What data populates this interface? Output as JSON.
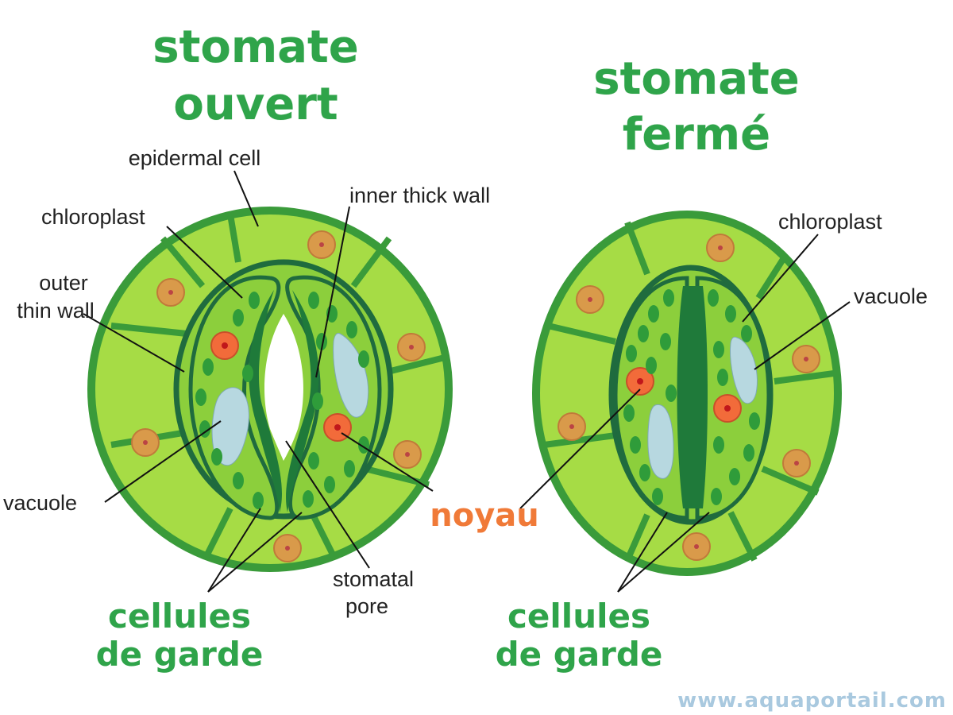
{
  "titles": {
    "open": [
      "stomate",
      "ouvert"
    ],
    "closed": [
      "stomate",
      "fermé"
    ]
  },
  "labels": {
    "epidermal_cell": "epidermal cell",
    "chloroplast_left": "chloroplast",
    "inner_thick_wall": "inner thick wall",
    "outer_thin_wall": [
      "outer",
      "thin wall"
    ],
    "vacuole_left": "vacuole",
    "stomatal_pore": [
      "stomatal",
      "pore"
    ],
    "noyau": "noyau",
    "chloroplast_right": "chloroplast",
    "vacuole_right": "vacuole",
    "guard_cells_left": [
      "cellules",
      "de garde"
    ],
    "guard_cells_right": [
      "cellules",
      "de garde"
    ]
  },
  "watermark": "www.aquaportail.com",
  "colors": {
    "title_green": "#2fa44a",
    "epidermal_fill": "#a6dc45",
    "epidermal_stroke": "#3a9b3a",
    "guard_fill": "#8ccf3c",
    "guard_outline": "#1f6b3e",
    "thick_wall": "#1f7a3a",
    "chloroplast": "#2f9c3a",
    "vacuole": "#b7d8e0",
    "nucleus_fill": "#f26b3a",
    "nucleus_dot": "#c0171b",
    "epidermal_nucleus": "#d99a4a",
    "noyau_orange": "#f07a38",
    "watermark": "#a9c9df"
  }
}
